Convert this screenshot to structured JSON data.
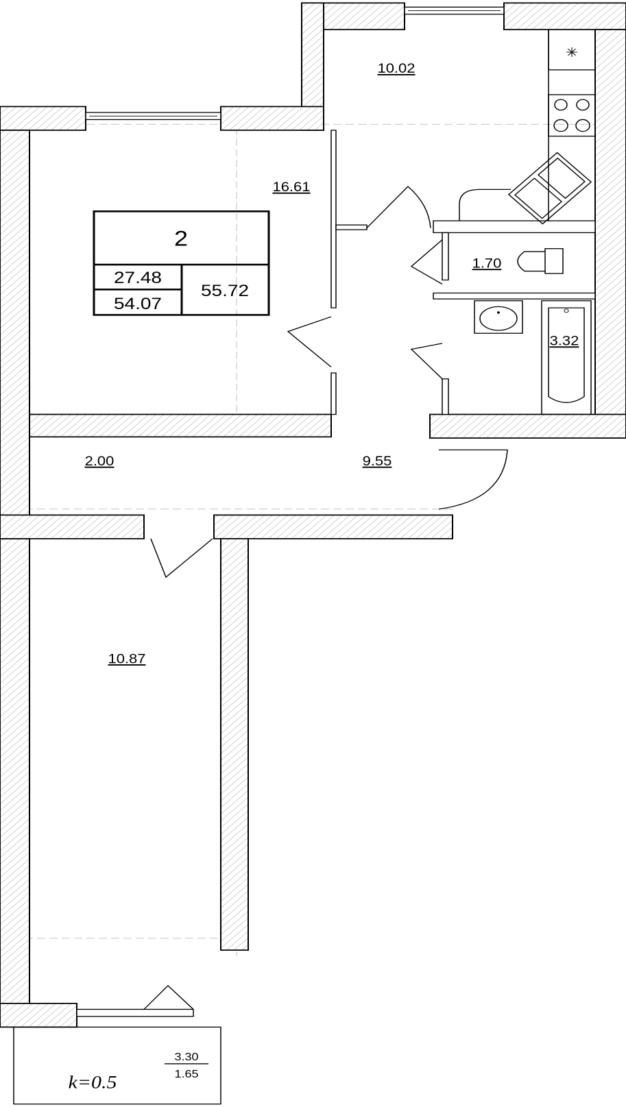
{
  "summary": {
    "rooms": "2",
    "living_area": "27.48",
    "total_area": "54.07",
    "total_with_balcony": "55.72"
  },
  "rooms": {
    "kitchen": "10.02",
    "living_room": "16.61",
    "wc": "1.70",
    "bathroom": "3.32",
    "corridor": "2.00",
    "hall": "9.55",
    "bedroom": "10.87"
  },
  "balcony": {
    "area": "3.30",
    "reduced_area": "1.65",
    "coefficient": "k=0.5"
  }
}
